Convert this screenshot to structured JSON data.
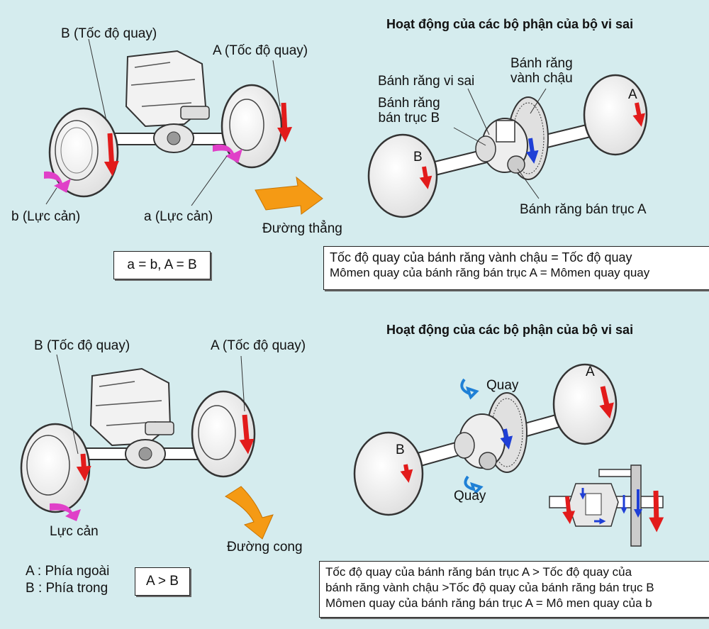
{
  "top": {
    "title": "Hoạt động của các bộ phận của bộ vi sai",
    "left": {
      "label_b_speed": "B (Tốc độ quay)",
      "label_a_speed": "A (Tốc độ quay)",
      "label_b_resist": "b (Lực cản)",
      "label_a_resist": "a (Lực cản)",
      "direction": "Đường thẳng",
      "equation": "a = b, A = B"
    },
    "right": {
      "ring_gear": "Bánh răng\nvành chậu",
      "diff_pinion": "Bánh răng vi sai",
      "side_gear_b": "Bánh răng\nbán trục B",
      "side_gear_a": "Bánh răng bán trục A",
      "wheel_a": "A",
      "wheel_b": "B"
    },
    "note_lines": [
      "Tốc độ quay của bánh răng vành chậu = Tốc độ quay",
      "Mômen quay của bánh răng bán trục A = Mômen quay quay"
    ]
  },
  "bottom": {
    "title": "Hoạt động của các bộ phận của bộ vi sai",
    "left": {
      "label_b_speed": "B (Tốc độ quay)",
      "label_a_speed": "A (Tốc độ quay)",
      "label_resist": "Lực cản",
      "direction": "Đường cong",
      "legend_a": "A : Phía ngoài",
      "legend_b": "B : Phía trong",
      "comparison": "A > B"
    },
    "right": {
      "rotate_top": "Quay",
      "rotate_bottom": "Quay",
      "wheel_a": "A",
      "wheel_b": "B"
    },
    "note_lines": [
      "Tốc độ quay của bánh răng bán trục A > Tốc độ quay của",
      "bánh răng vành chậu >Tốc độ quay của bánh răng bán trục B",
      "Mômen quay của bánh răng bán trục A = Mô men quay của b"
    ]
  },
  "colors": {
    "background": "#d5ecee",
    "arrow_red": "#e21b1b",
    "arrow_blue": "#1f3fd6",
    "arrow_orange": "#f59a14",
    "resist_magenta": "#e040c8"
  }
}
